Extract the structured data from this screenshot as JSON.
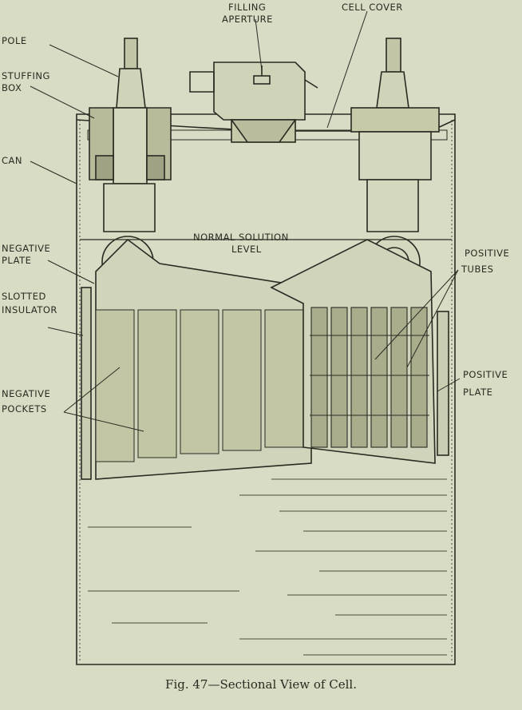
{
  "labels": {
    "pole": "POLE",
    "stuffing_box_1": "STUFFING",
    "stuffing_box_2": "BOX",
    "filling_aperture_1": "FILLING",
    "filling_aperture_2": "APERTURE",
    "cell_cover": "CELL COVER",
    "can": "CAN",
    "negative_plate_1": "NEGATIVE",
    "negative_plate_2": "PLATE",
    "normal_solution_1": "NORMAL SOLUTION",
    "normal_solution_2": "LEVEL",
    "positive_tubes_1": "POSITIVE",
    "positive_tubes_2": "TUBES",
    "slotted_insulator_1": "SLOTTED",
    "slotted_insulator_2": "INSULATOR",
    "positive_plate_1": "POSITIVE",
    "positive_plate_2": "PLATE",
    "negative_pockets_1": "NEGATIVE",
    "negative_pockets_2": "POCKETS"
  },
  "caption": "Fig. 47—Sectional View of Cell.",
  "colors": {
    "paper": "#d8dcc4",
    "ink": "#2a2a22"
  }
}
